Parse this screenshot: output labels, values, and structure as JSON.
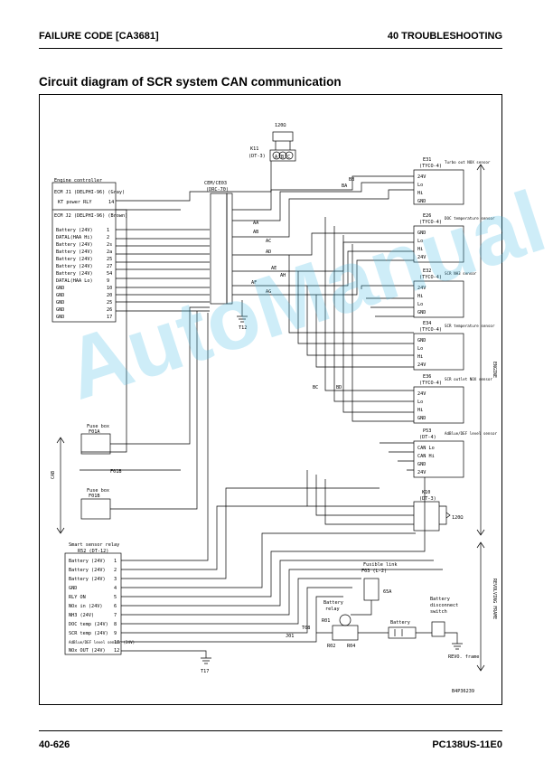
{
  "header": {
    "left": "FAILURE CODE [CA3681]",
    "right": "40 TROUBLESHOOTING"
  },
  "title": "Circuit diagram of SCR system CAN communication",
  "footer": {
    "left": "40-626",
    "right": "PC138US-11E0"
  },
  "watermark": "AutoManual",
  "diagram": {
    "code": "B4P36239",
    "resistor_top": "120Ω",
    "k11": [
      "K11",
      "(DT-3)"
    ],
    "k11_pins": [
      "A",
      "B",
      "C"
    ],
    "engine_ctrl": {
      "title": "Engine controller",
      "j1": "ECM J1 (DELPHI-96) (Gray)",
      "kt_row": {
        "label": "KT power RLY",
        "pin": "14"
      },
      "j2": "ECM J2 (DELPHI-96) (Brown)",
      "rows": [
        {
          "label": "Battery (24V)",
          "pin": "1"
        },
        {
          "label": "DATAL(HAA Hi)",
          "pin": "2"
        },
        {
          "label": "Battery (24V)",
          "pin": "2s"
        },
        {
          "label": "Battery (24V)",
          "pin": "2a"
        },
        {
          "label": "Battery (24V)",
          "pin": "25"
        },
        {
          "label": "Battery (24V)",
          "pin": "27"
        },
        {
          "label": "Battery (24V)",
          "pin": "54"
        },
        {
          "label": "DATAL(HAA Lo)",
          "pin": "9"
        },
        {
          "label": "GND",
          "pin": "10"
        },
        {
          "label": "GND",
          "pin": "20"
        },
        {
          "label": "GND",
          "pin": "25"
        },
        {
          "label": "GND",
          "pin": "26"
        },
        {
          "label": "GND",
          "pin": "17"
        }
      ]
    },
    "cem": [
      "CEM/CE03",
      "(DRC-70)"
    ],
    "t12": "T12",
    "sensors": [
      {
        "code": "E31",
        "conn": "(TYCO-4)",
        "name": "Turbo out NOX sensor",
        "pins": [
          "24V",
          "Lo",
          "Hi",
          "GND"
        ]
      },
      {
        "code": "E26",
        "conn": "(TYCO-4)",
        "name": "DOC temperature sensor",
        "pins": [
          "GND",
          "Lo",
          "Hi",
          "24V"
        ]
      },
      {
        "code": "E32",
        "conn": "(TYCO-4)",
        "name": "SCR NH3 sensor",
        "pins": [
          "24V",
          "Hi",
          "Lo",
          "GND"
        ]
      },
      {
        "code": "E34",
        "conn": "(TYCO-4)",
        "name": "SCR temperature sensor",
        "pins": [
          "GND",
          "Lo",
          "Hi",
          "24V"
        ]
      },
      {
        "code": "E36",
        "conn": "(TYCO-4)",
        "name": "SCR outlet NOX sensor",
        "pins": [
          "24V",
          "Lo",
          "Hi",
          "GND"
        ]
      },
      {
        "code": "P53",
        "conn": "(DT-4)",
        "name": "AdBlue/DEF level sensor",
        "pins": [
          "CAN Lo",
          "CAN Hi",
          "GND",
          "24V"
        ]
      }
    ],
    "k10": [
      "K10",
      "(DT-3)"
    ],
    "k10_res": "120Ω",
    "fuse_a": [
      "Fuse box",
      "F01A"
    ],
    "fuse_b": [
      "Fuse box",
      "F01B"
    ],
    "fuse_ref": "F01B",
    "smart": {
      "title": "Smart sensor relay",
      "conn": "R52 (DT-12)",
      "rows": [
        {
          "label": "Battery (24V)",
          "pin": "1"
        },
        {
          "label": "Battery (24V)",
          "pin": "2"
        },
        {
          "label": "Battery (24V)",
          "pin": "3"
        },
        {
          "label": "GND",
          "pin": "4"
        },
        {
          "label": "RLY ON",
          "pin": "5"
        },
        {
          "label": "NOx in (24V)",
          "pin": "6"
        },
        {
          "label": "NH3 (24V)",
          "pin": "7"
        },
        {
          "label": "DOC temp (24V)",
          "pin": "8"
        },
        {
          "label": "SCR temp (24V)",
          "pin": "9"
        },
        {
          "label": "AdBlue/DEF level sensor (24V)",
          "pin": "10"
        },
        {
          "label": "NOx OUT (24V)",
          "pin": "12"
        }
      ]
    },
    "fusible": [
      "Fusible link",
      "F03 (L-2)"
    ],
    "fusible_amp": "65A",
    "battery_relay": [
      "Battery",
      "relay"
    ],
    "r01": "R01",
    "r02": "R02",
    "r04": "R04",
    "t08": "T08",
    "j01": "J01",
    "battery": "Battery",
    "disconnect": [
      "Battery",
      "disconnect",
      "switch"
    ],
    "t17": "T17",
    "revo": "REVO. frame",
    "side_right_top": "ENGINE",
    "side_right_bottom": "REVOLVING FRAME",
    "side_left": "CAB",
    "wire_codes": [
      "AA",
      "AB",
      "AC",
      "AD",
      "AE",
      "AF",
      "AG",
      "AH",
      "BA",
      "BB",
      "BC",
      "BD"
    ]
  }
}
